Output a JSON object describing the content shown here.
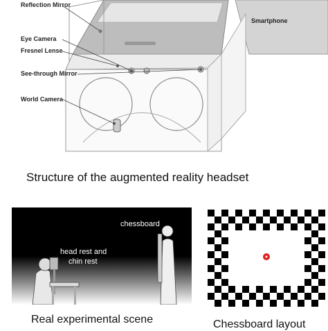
{
  "headset": {
    "labels": {
      "reflection_mirror": "Reflection Mirror",
      "eye_camera": "Eye Camera",
      "fresnel_lense": "Fresnel Lense",
      "see_through_mirror": "See-through Mirror",
      "world_camera": "World Camera",
      "smartphone": "Smartphone"
    },
    "caption": "Structure of the augmented reality headset"
  },
  "scene": {
    "chessboard_label": "chessboard",
    "headrest_label_line1": "head rest and",
    "headrest_label_line2": "chin rest",
    "caption": "Real experimental scene"
  },
  "chessboard": {
    "caption": "Chessboard layout",
    "target_color": "#e0201c"
  },
  "colors": {
    "label_dot": "#777777",
    "outline": "#888888",
    "phone": "#c8c8c8"
  }
}
